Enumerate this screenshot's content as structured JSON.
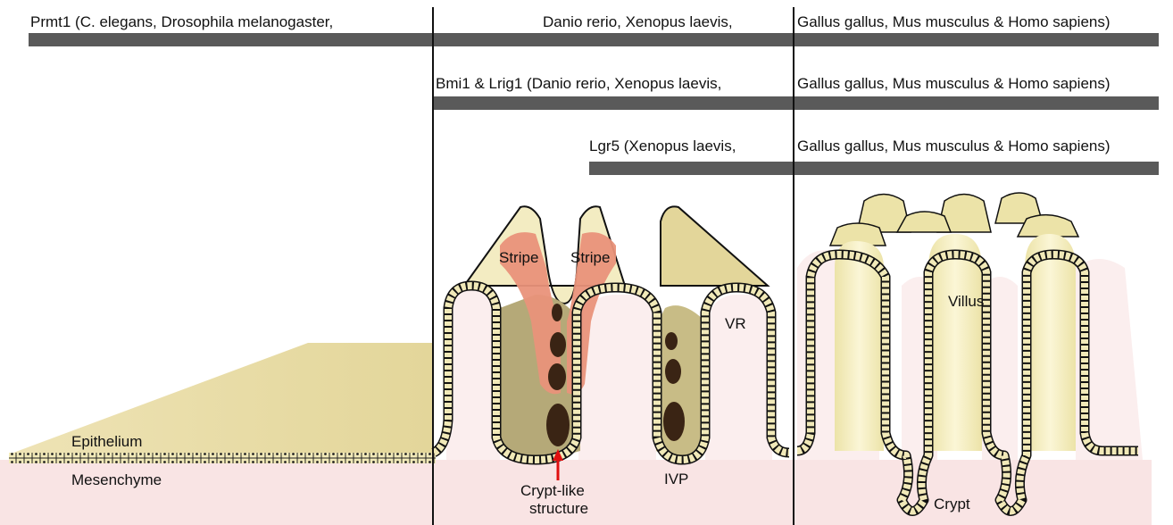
{
  "rows": {
    "prmt1": {
      "text_a": "Prmt1 (C. elegans, Drosophila melanogaster,",
      "text_b": "Danio rerio, Xenopus laevis,",
      "text_c": "Gallus gallus, Mus musculus & Homo sapiens)"
    },
    "bmi1": {
      "text_b": "Bmi1 & Lrig1 (Danio rerio, Xenopus laevis,",
      "text_c": "Gallus gallus, Mus musculus & Homo sapiens)"
    },
    "lgr5": {
      "text_b": "Lgr5 (Xenopus laevis,",
      "text_c": "Gallus gallus, Mus musculus & Homo sapiens)"
    }
  },
  "labels": {
    "epithelium": "Epithelium",
    "mesenchyme": "Mesenchyme",
    "stripe_left": "Stripe",
    "stripe_right": "Stripe",
    "vr": "VR",
    "ivp": "IVP",
    "crypt_like_line1": "Crypt-like",
    "crypt_like_line2": "structure",
    "villus": "Villus",
    "crypt": "Crypt"
  },
  "colors": {
    "bar": "#5a5a5a",
    "mesenchyme": "#f9e4e4",
    "epithelium_tan": "#e8dba0",
    "stripe": "#e9927a",
    "arrow": "#e01010",
    "nuclei": "#3a2414"
  }
}
